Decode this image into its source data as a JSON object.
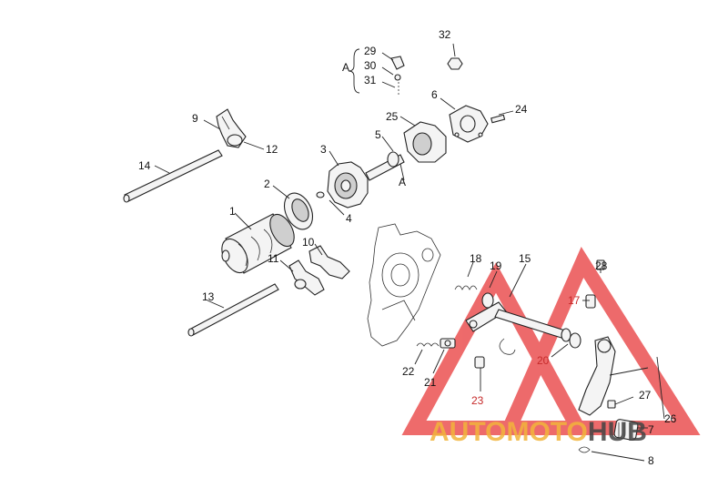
{
  "callouts": [
    {
      "id": "1",
      "label": "1"
    },
    {
      "id": "2",
      "label": "2"
    },
    {
      "id": "3",
      "label": "3"
    },
    {
      "id": "4",
      "label": "4"
    },
    {
      "id": "5",
      "label": "5"
    },
    {
      "id": "6",
      "label": "6"
    },
    {
      "id": "8",
      "label": "8"
    },
    {
      "id": "9",
      "label": "9"
    },
    {
      "id": "10",
      "label": "10"
    },
    {
      "id": "11",
      "label": "11"
    },
    {
      "id": "12",
      "label": "12"
    },
    {
      "id": "13",
      "label": "13"
    },
    {
      "id": "14",
      "label": "14"
    },
    {
      "id": "15",
      "label": "15"
    },
    {
      "id": "17",
      "label": "17"
    },
    {
      "id": "18",
      "label": "18"
    },
    {
      "id": "19",
      "label": "19"
    },
    {
      "id": "20",
      "label": "20"
    },
    {
      "id": "21",
      "label": "21"
    },
    {
      "id": "22",
      "label": "22"
    },
    {
      "id": "23",
      "label": "23"
    },
    {
      "id": "24",
      "label": "24"
    },
    {
      "id": "25",
      "label": "25"
    },
    {
      "id": "26",
      "label": "26"
    },
    {
      "id": "27",
      "label": "27"
    },
    {
      "id": "28",
      "label": "28"
    },
    {
      "id": "29",
      "label": "29"
    },
    {
      "id": "30",
      "label": "30"
    },
    {
      "id": "31",
      "label": "31"
    },
    {
      "id": "32",
      "label": "32"
    },
    {
      "id": "7",
      "label": "7"
    }
  ],
  "group_labels": {
    "a_bracket": "A",
    "a_detail": "A"
  },
  "watermark": {
    "text_red": "AUTOMOTO",
    "text_dark": "HUB",
    "color_red": "#e8393a",
    "color_orange": "#f2b43c",
    "color_dark": "#444444"
  }
}
